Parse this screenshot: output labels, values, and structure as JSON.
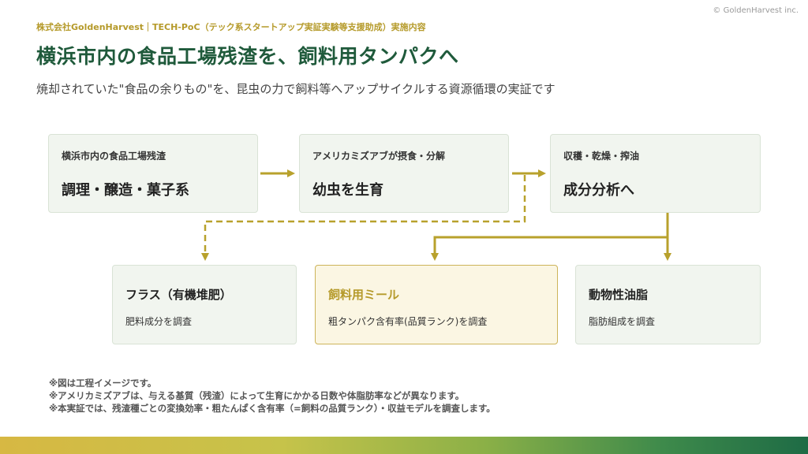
{
  "header": {
    "copyright": "© GoldenHarvest inc.",
    "kicker": "株式会社GoldenHarvest｜TECH-PoC（テック系スタートアップ実証実験等支援助成）実施内容",
    "title": "横浜市内の食品工場残渣を、飼料用タンパクへ",
    "subtitle": "焼却されていた\"食品の余りもの\"を、昆虫の力で飼料等へアップサイクルする資源循環の実証です"
  },
  "process": [
    {
      "label": "横浜市内の食品工場残渣",
      "value": "調理・醸造・菓子系"
    },
    {
      "label": "アメリカミズアブが摂食・分解",
      "value": "幼虫を生育"
    },
    {
      "label": "収穫・乾燥・搾油",
      "value": "成分分析へ"
    }
  ],
  "outputs": [
    {
      "name": "フラス（有機堆肥）",
      "desc": "肥料成分を調査"
    },
    {
      "name": "飼料用ミール",
      "desc": "粗タンパク含有率(品質ランク)を調査"
    },
    {
      "name": "動物性油脂",
      "desc": "脂肪組成を調査"
    }
  ],
  "notes": [
    "※図は工程イメージです。",
    "※アメリカミズアブは、与える基質（残渣）によって生育にかかる日数や体脂肪率などが異なります。",
    "※本実証では、残渣種ごとの変換効率・粗たんぱく含有率（=飼料の品質ランク）・収益モデルを調査します。"
  ],
  "colors": {
    "title_green": "#1f5a3b",
    "accent_gold": "#b59a2a",
    "arrow_gold": "#b8a12c",
    "box_fill": "#f1f5ef",
    "highlight_fill": "#fbf6e3"
  }
}
